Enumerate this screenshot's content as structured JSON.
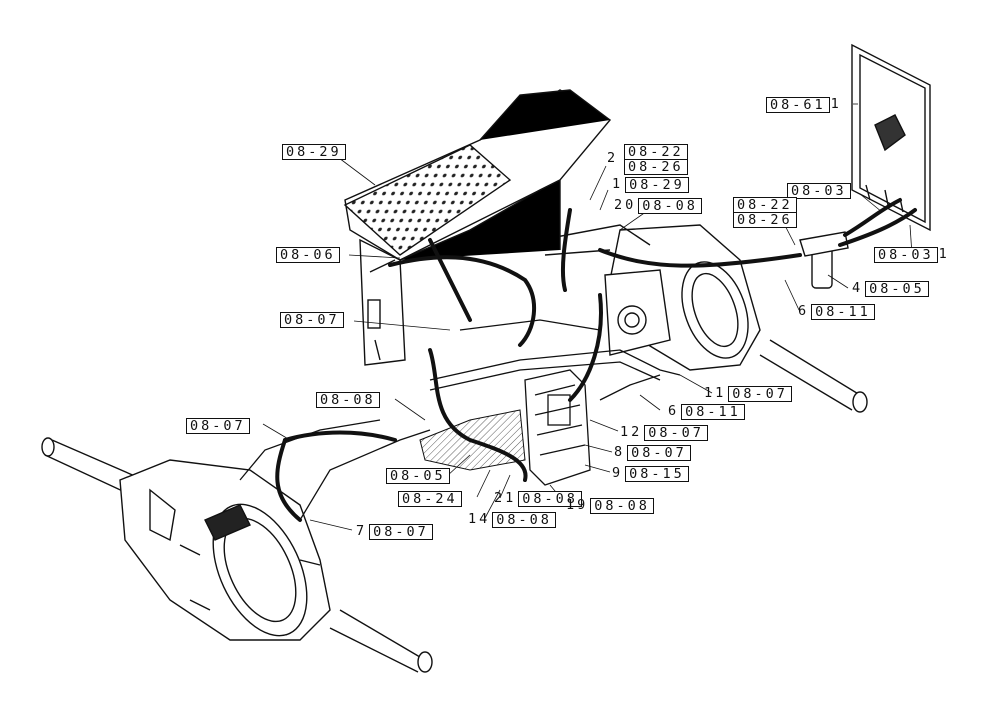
{
  "callouts": [
    {
      "num": "",
      "ref": "08-61",
      "suffix": "1"
    },
    {
      "num": "",
      "ref": "08-29",
      "suffix": ""
    },
    {
      "num": "2",
      "ref": "",
      "suffix": ""
    },
    {
      "num": "",
      "ref": "08-22",
      "suffix": ""
    },
    {
      "num": "",
      "ref": "08-26",
      "suffix": ""
    },
    {
      "num": "1",
      "ref": "08-29",
      "suffix": ""
    },
    {
      "num": "20",
      "ref": "08-08",
      "suffix": ""
    },
    {
      "num": "",
      "ref": "08-03",
      "suffix": ""
    },
    {
      "num": "",
      "ref": "08-22",
      "suffix": ""
    },
    {
      "num": "",
      "ref": "08-26",
      "suffix": ""
    },
    {
      "num": "",
      "ref": "08-03",
      "suffix": "1"
    },
    {
      "num": "",
      "ref": "08-06",
      "suffix": ""
    },
    {
      "num": "4",
      "ref": "08-05",
      "suffix": ""
    },
    {
      "num": "6",
      "ref": "08-11",
      "suffix": ""
    },
    {
      "num": "",
      "ref": "08-07",
      "suffix": ""
    },
    {
      "num": "11",
      "ref": "08-07",
      "suffix": ""
    },
    {
      "num": "",
      "ref": "08-08",
      "suffix": ""
    },
    {
      "num": "6",
      "ref": "08-11",
      "suffix": ""
    },
    {
      "num": "",
      "ref": "08-07",
      "suffix": ""
    },
    {
      "num": "12",
      "ref": "08-07",
      "suffix": ""
    },
    {
      "num": "8",
      "ref": "08-07",
      "suffix": ""
    },
    {
      "num": "",
      "ref": "08-05",
      "suffix": ""
    },
    {
      "num": "9",
      "ref": "08-15",
      "suffix": ""
    },
    {
      "num": "",
      "ref": "08-24",
      "suffix": ""
    },
    {
      "num": "21",
      "ref": "08-08",
      "suffix": ""
    },
    {
      "num": "19",
      "ref": "08-08",
      "suffix": ""
    },
    {
      "num": "14",
      "ref": "08-08",
      "suffix": ""
    },
    {
      "num": "7",
      "ref": "08-07",
      "suffix": ""
    }
  ]
}
